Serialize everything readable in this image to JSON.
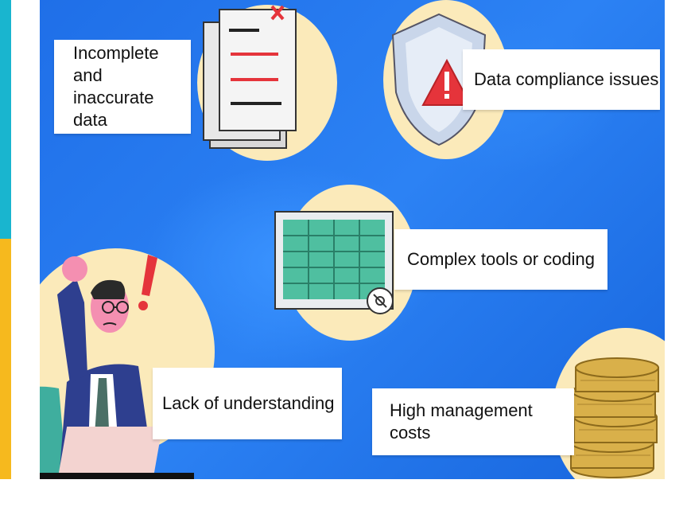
{
  "cards": {
    "incomplete": {
      "line1": "Incomplete and",
      "line2": "inaccurate data"
    },
    "compliance": {
      "label": "Data compliance issues"
    },
    "complex": {
      "label": "Complex tools or coding"
    },
    "understanding": {
      "label": "Lack of understanding"
    },
    "costs": {
      "label": "High management costs"
    }
  },
  "icons": {
    "incomplete": "document-with-x-icon",
    "compliance": "shield-warning-icon",
    "complex": "spreadsheet-gear-icon",
    "understanding": "confused-man-illustration",
    "costs": "coin-stacks-icon"
  },
  "colors": {
    "background_blue": "#2277ee",
    "circle_cream": "#fbeaba",
    "warning_red": "#e5343b",
    "sheet_green": "#4fbfa0",
    "coin_gold": "#d9b04a",
    "strip_cyan": "#19b5cf",
    "strip_yellow": "#f6b91e"
  }
}
